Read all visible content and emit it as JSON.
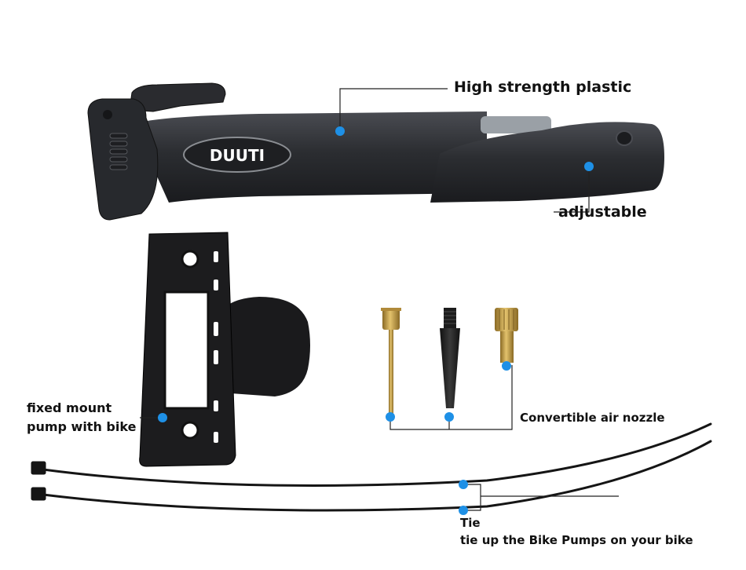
{
  "brand": "DUUTI",
  "labels": {
    "plastic": "High strength plastic",
    "adjustable": "adjustable",
    "mount_line1": "fixed mount",
    "mount_line2": "pump with bike",
    "nozzle": "Convertible air nozzle",
    "tie_title": "Tie",
    "tie_desc": "tie up the Bike Pumps on your bike"
  },
  "colors": {
    "marker": "#1e90e6",
    "pump_body": "#2b2d31",
    "brass": "#c9a24a",
    "leader_line": "#222222"
  }
}
